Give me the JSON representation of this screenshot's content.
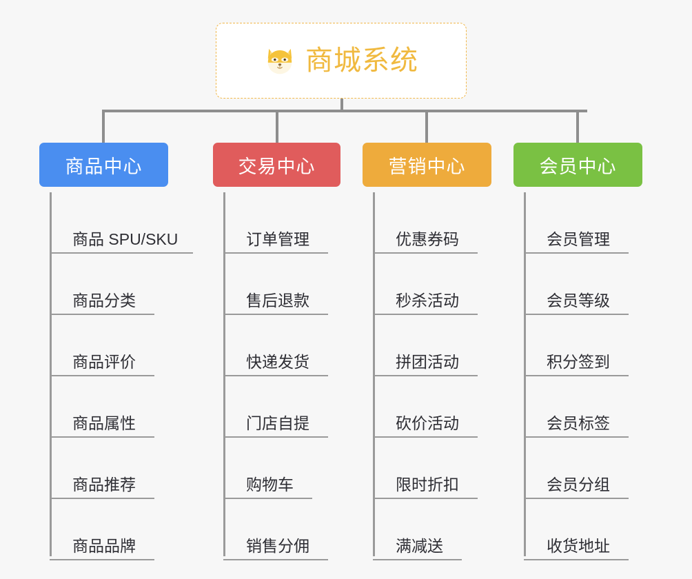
{
  "background_color": "#f7f7f7",
  "root": {
    "title": "商城系统",
    "icon": "shiba-dog-emoji",
    "text_color": "#f0b93f",
    "border_color": "#f0b74a",
    "background": "#ffffff"
  },
  "connector_color": "#8e8e8e",
  "columns": [
    {
      "header": "商品中心",
      "color": "#4a8ef0",
      "items": [
        {
          "label": "商品 SPU/SKU",
          "rule_width": 208
        },
        {
          "label": "商品分类",
          "rule_width": 152
        },
        {
          "label": "商品评价",
          "rule_width": 152
        },
        {
          "label": "商品属性",
          "rule_width": 152
        },
        {
          "label": "商品推荐",
          "rule_width": 152
        },
        {
          "label": "商品品牌",
          "rule_width": 152
        }
      ]
    },
    {
      "header": "交易中心",
      "color": "#e05c5c",
      "items": [
        {
          "label": "订单管理",
          "rule_width": 152
        },
        {
          "label": "售后退款",
          "rule_width": 152
        },
        {
          "label": "快递发货",
          "rule_width": 152
        },
        {
          "label": "门店自提",
          "rule_width": 152
        },
        {
          "label": "购物车",
          "rule_width": 129
        },
        {
          "label": "销售分佣",
          "rule_width": 152
        }
      ]
    },
    {
      "header": "营销中心",
      "color": "#eeab3c",
      "items": [
        {
          "label": "优惠券码",
          "rule_width": 152
        },
        {
          "label": "秒杀活动",
          "rule_width": 152
        },
        {
          "label": "拼团活动",
          "rule_width": 152
        },
        {
          "label": "砍价活动",
          "rule_width": 152
        },
        {
          "label": "限时折扣",
          "rule_width": 152
        },
        {
          "label": "满减送",
          "rule_width": 129
        }
      ]
    },
    {
      "header": "会员中心",
      "color": "#7ac143",
      "items": [
        {
          "label": "会员管理",
          "rule_width": 152
        },
        {
          "label": "会员等级",
          "rule_width": 152
        },
        {
          "label": "积分签到",
          "rule_width": 152
        },
        {
          "label": "会员标签",
          "rule_width": 152
        },
        {
          "label": "会员分组",
          "rule_width": 152
        },
        {
          "label": "收货地址",
          "rule_width": 152
        }
      ]
    }
  ]
}
